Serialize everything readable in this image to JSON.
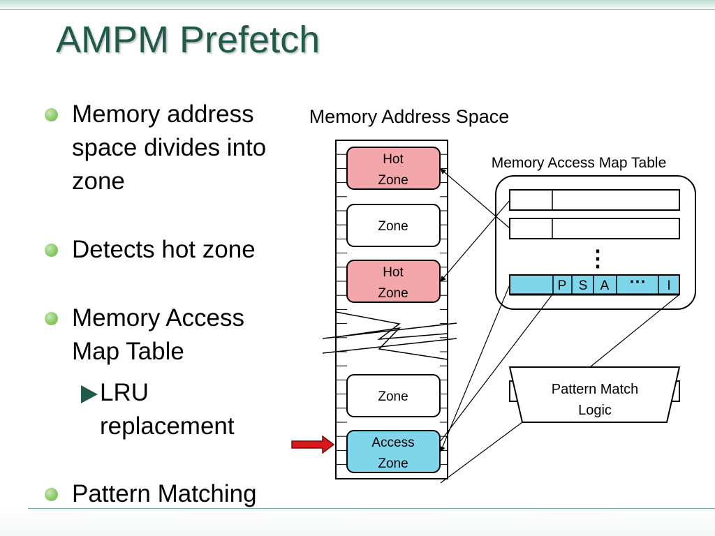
{
  "slide": {
    "title": "AMPM Prefetch",
    "bullets": [
      {
        "lines": [
          "Memory address",
          "space divides into",
          "zone"
        ]
      },
      {
        "lines": [
          "Detects hot zone"
        ]
      },
      {
        "lines": [
          "Memory Access",
          "Map Table"
        ]
      },
      {
        "lines": [
          "Pattern Matching"
        ]
      }
    ],
    "sub_bullet": {
      "lines": [
        "LRU",
        "replacement"
      ]
    }
  },
  "diagram": {
    "address_space_label": "Memory Address Space",
    "map_table_label": "Memory Access Map Table",
    "zones": [
      {
        "lines": [
          "Hot",
          "Zone"
        ],
        "color": "#f4a7aa"
      },
      {
        "lines": [
          "Zone"
        ],
        "color": "#ffffff"
      },
      {
        "lines": [
          "Hot",
          "Zone"
        ],
        "color": "#f4a7aa"
      },
      {
        "lines": [
          "Zone"
        ],
        "color": "#ffffff"
      },
      {
        "lines": [
          "Access",
          "Zone"
        ],
        "color": "#7fd6ea"
      }
    ],
    "map_cells": [
      "P",
      "S",
      "A",
      "⋯",
      "I"
    ],
    "vertical_ellipsis": "⋮",
    "logic_lines": [
      "Pattern Match",
      "Logic"
    ],
    "colors": {
      "hot": "#f4a7aa",
      "access": "#7fd6ea",
      "pointer_arrow": "#d7191c",
      "accent": "#1f5a4a"
    }
  }
}
